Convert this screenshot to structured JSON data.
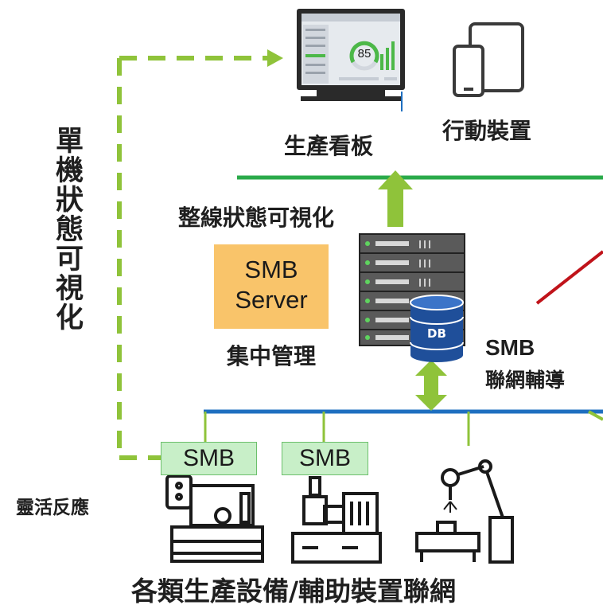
{
  "labels": {
    "dashboard": "生產看板",
    "mobile": "行動裝置",
    "single_machine": "單機狀態可視化",
    "whole_line": "整線狀態可視化",
    "server_line1": "SMB",
    "server_line2": "Server",
    "central": "集中管理",
    "smb": "SMB",
    "networking": "聯網輔導",
    "flexible": "靈活反應",
    "equipment": "各類生產設備/輔助裝置聯網",
    "gateway": "SMB",
    "db": "DB",
    "gauge_value": "85"
  },
  "colors": {
    "green_dash": "#8fc33a",
    "green_line": "#2aaa4a",
    "blue_line": "#1e6fc0",
    "orange_box": "#f9c46a",
    "smb_box": "#c8efc8",
    "red_line": "#c0131a"
  }
}
